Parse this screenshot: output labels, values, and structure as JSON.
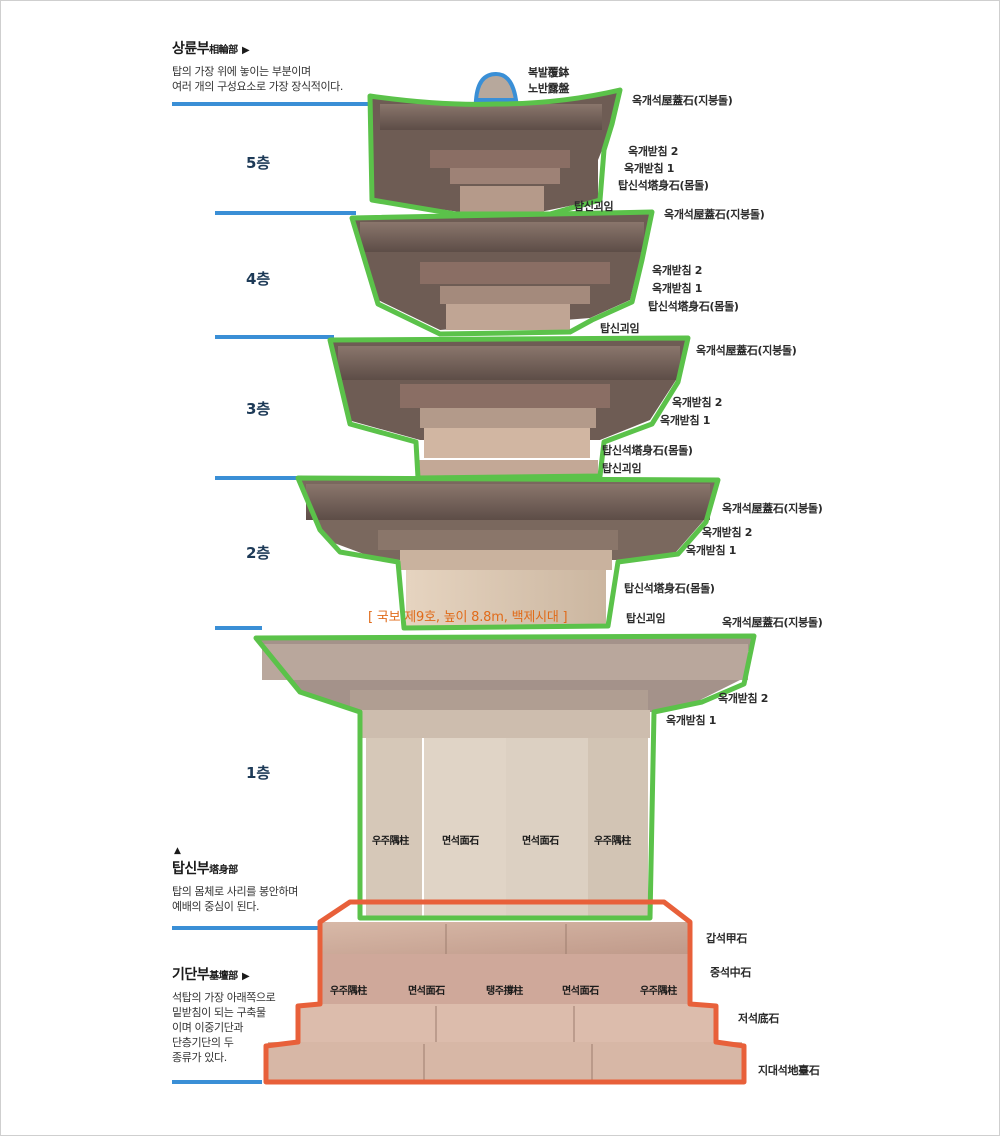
{
  "sections": {
    "top": {
      "title": "상륜부",
      "hanja": "相輪部",
      "arrow": "▶",
      "desc_1": "탑의 가장 위에 놓이는 부분이며",
      "desc_2": "여러 개의 구성요소로 가장 장식적이다."
    },
    "body": {
      "arrow": "▲",
      "title": "탑신부",
      "hanja": "塔身部",
      "desc_1": "탑의 몸체로 사리를 봉안하며",
      "desc_2": "예배의 중심이 된다."
    },
    "base": {
      "title": "기단부",
      "hanja": "基壇部",
      "arrow": "▶",
      "desc_1": "석탑의 가장 아래쪽으로",
      "desc_2": "밑받침이 되는 구축물",
      "desc_3": "이며 이중기단과",
      "desc_4": "단층기단의 두",
      "desc_5": "종류가 있다."
    }
  },
  "stories": {
    "s5": "5층",
    "s4": "4층",
    "s3": "3층",
    "s2": "2층",
    "s1": "1층"
  },
  "finial": {
    "bokbal": "복발覆鉢",
    "noban": "노반露盤"
  },
  "parts": {
    "okgaeseok": "옥개석屋蓋石(지붕돌)",
    "batchim2": "옥개받침 2",
    "batchim1": "옥개받침 1",
    "tapsinseok": "탑신석塔身石(몸돌)",
    "goeim": "탑신괴임"
  },
  "base_parts": {
    "gapseok": "갑석甲石",
    "jungseok": "중석中石",
    "jeoseok": "저석底石",
    "jidaeseok": "지대석地臺石"
  },
  "inner_labels": {
    "woojoo": "우주隅柱",
    "myeonseok": "면석面石",
    "taengjoo": "탱주撐柱"
  },
  "caption": "[ 국보 제9호, 높이 8.8m, 백제시대 ]",
  "colors": {
    "outline_body": "#5bc24a",
    "outline_base": "#e8603a",
    "outline_finial": "#3a8fd6",
    "guide_line": "#3a8fd6",
    "caption": "#e06b1a"
  }
}
